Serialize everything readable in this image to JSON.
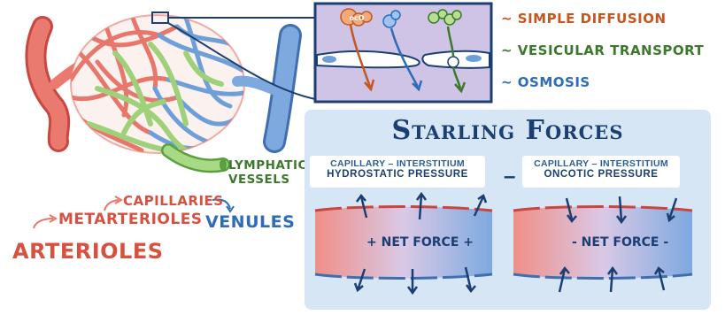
{
  "labels": {
    "arterioles": "ARTERIOLES",
    "metarterioles": "METARTERIOLES",
    "capillaries": "CAPILLARIES",
    "venules": "VENULES",
    "lymphatic_vessels": "LYMPHATIC VESSELS"
  },
  "transport": [
    {
      "label": "~ SIMPLE DIFFUSION",
      "color": "#c4571f"
    },
    {
      "label": "~ VESICULAR TRANSPORT",
      "color": "#3b7a2c"
    },
    {
      "label": "~ OSMOSIS",
      "color": "#2e6cb8"
    }
  ],
  "transport_molecule_label": "ocO",
  "starling": {
    "title": "Starling Forces",
    "operator": "–",
    "left_box": {
      "line1": "CAPILLARY – INTERSTITIUM",
      "line2": "HYDROSTATIC PRESSURE"
    },
    "right_box": {
      "line1": "CAPILLARY – INTERSTITIUM",
      "line2": "ONCOTIC PRESSURE"
    },
    "left_vessel_label": "+ NET FORCE +",
    "right_vessel_label": "- NET FORCE -"
  },
  "colors": {
    "artery": "#e8766b",
    "vein": "#6f9fd8",
    "lymph": "#9fd17a",
    "navy": "#1b3f73",
    "panel": "#d6e6f5"
  }
}
